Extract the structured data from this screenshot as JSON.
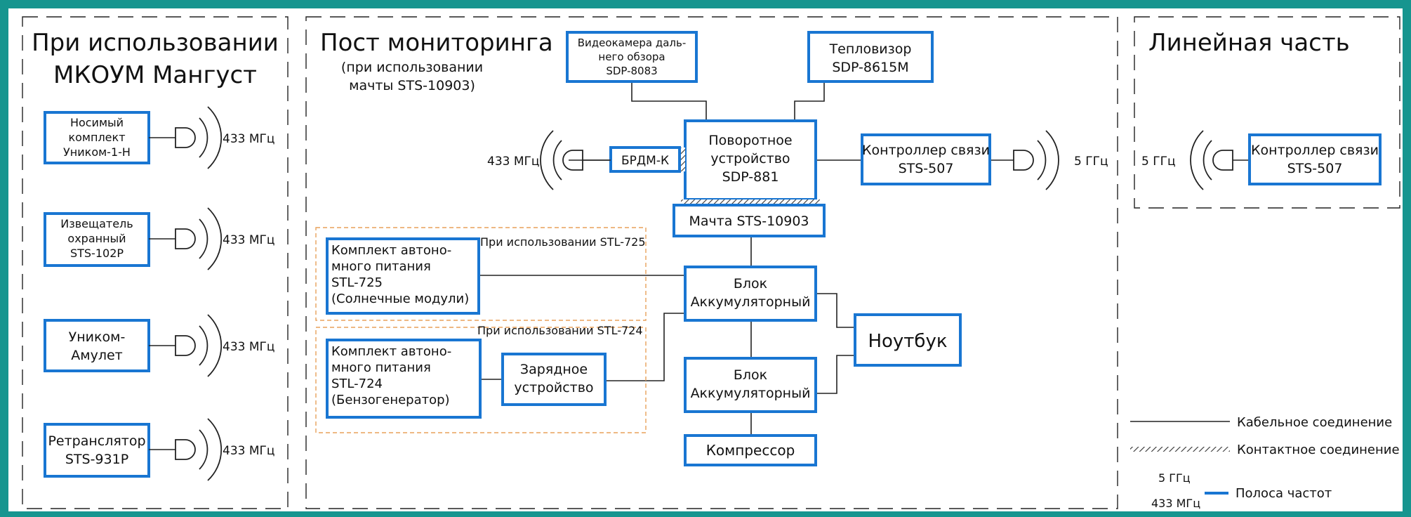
{
  "sections": {
    "left_title": [
      "При использовании",
      "МКОУМ Мангуст"
    ],
    "center_title": "Пост мониторинга",
    "center_subtitle": [
      "(при использовании",
      "мачты STS-10903)"
    ],
    "right_title": "Линейная часть"
  },
  "left_devices": [
    {
      "lines": [
        "Носимый",
        "комплект",
        "Уником-1-Н"
      ],
      "freq": "433 МГц"
    },
    {
      "lines": [
        "Извещатель",
        "охранный",
        "STS-102P"
      ],
      "freq": "433 МГц"
    },
    {
      "lines": [
        "Уником-",
        "Амулет"
      ],
      "freq": "433 МГц"
    },
    {
      "lines": [
        "Ретранслятор",
        "STS-931P"
      ],
      "freq": "433 МГц"
    }
  ],
  "center": {
    "camera": [
      "Видеокамера даль-",
      "него обзора",
      "SDP-8083"
    ],
    "thermal": [
      "Тепловизор",
      "SDP-8615M"
    ],
    "rotator": [
      "Поворотное",
      "устройство",
      "SDP-881"
    ],
    "brdm": "БРДМ-К",
    "brdm_freq": "433 МГц",
    "controller": [
      "Контроллер связи",
      "STS-507"
    ],
    "controller_freq": "5 ГГц",
    "mast": "Мачта STS-10903",
    "solar_note": "При использовании STL-725",
    "solar": [
      "Комплект автоно-",
      "много питания",
      "STL-725",
      "(Солнечные модули)"
    ],
    "gen_note": "При использовании STL-724",
    "gen": [
      "Комплект автоно-",
      "много питания",
      "STL-724",
      "(Бензогенератор)"
    ],
    "charger": [
      "Зарядное",
      "устройство"
    ],
    "battery1": [
      "Блок",
      "Аккумуляторный"
    ],
    "battery2": [
      "Блок",
      "Аккумуляторный"
    ],
    "notebook": "Ноутбук",
    "compressor": "Компрессор"
  },
  "right": {
    "controller": [
      "Контроллер связи",
      "STS-507"
    ],
    "freq": "5 ГГц"
  },
  "legend": {
    "cable": "Кабельное соединение",
    "contact": "Контактное соединение",
    "band_top": "5 ГГц",
    "band_bottom": "433 МГц",
    "band_label": "Полоса частот"
  },
  "colors": {
    "frame": "#16958f",
    "box_border": "#1976d2",
    "optional_group": "#e8a15a",
    "line": "#222222"
  }
}
